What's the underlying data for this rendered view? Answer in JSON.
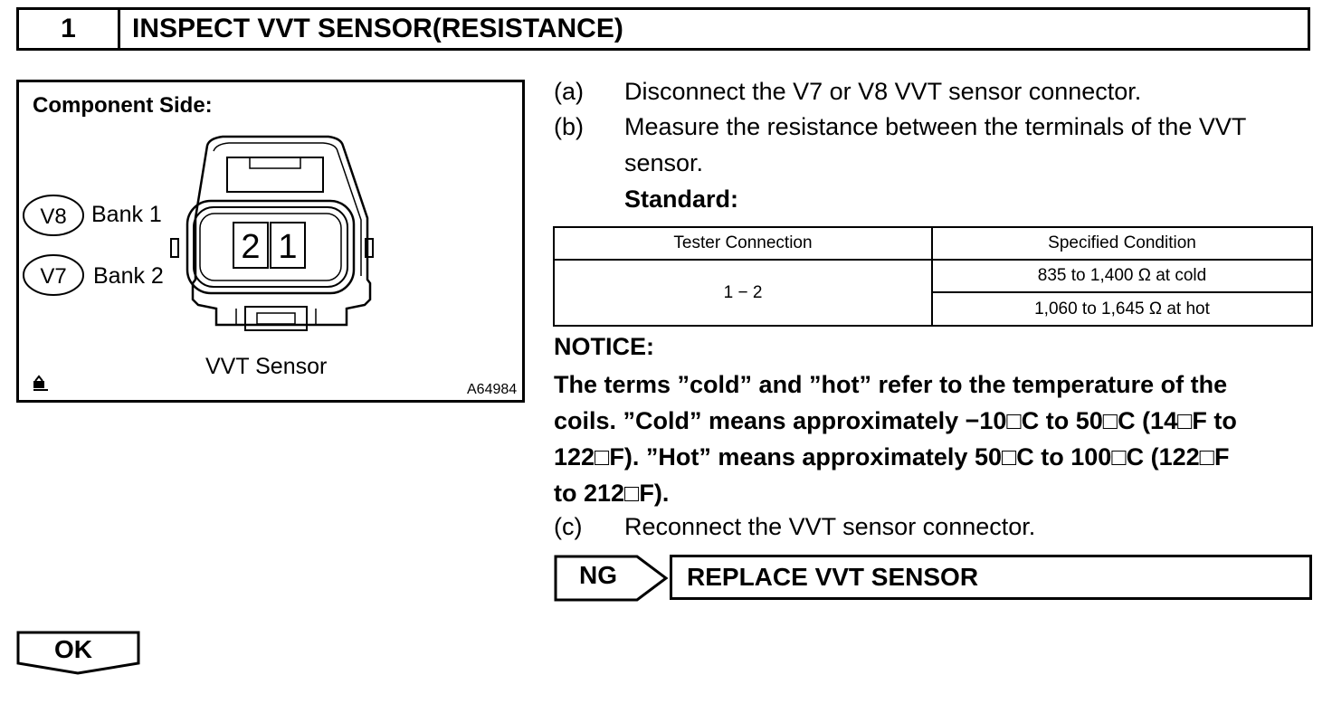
{
  "step": {
    "number": "1",
    "title": "INSPECT VVT SENSOR(RESISTANCE)"
  },
  "figure": {
    "component_side_label": "Component Side:",
    "circle_v8": "V8",
    "bank1_label": "Bank 1",
    "circle_v7": "V7",
    "bank2_label": "Bank 2",
    "pin_2": "2",
    "pin_1": "1",
    "sensor_caption": "VVT Sensor",
    "figure_id": "A64984"
  },
  "instructions": [
    {
      "letter": "(a)",
      "text": "Disconnect the V7 or V8 VVT sensor connector."
    },
    {
      "letter": "(b)",
      "text": "Measure the resistance between the terminals of the VVT",
      "text_cont": "sensor."
    },
    {
      "letter": "(c)",
      "text": "Reconnect the VVT sensor connector."
    }
  ],
  "standard_label": "Standard:",
  "table": {
    "headers": [
      "Tester Connection",
      "Specified Condition"
    ],
    "connection": "1 − 2",
    "conditions": [
      "835 to 1,400 Ω at cold",
      "1,060 to 1,645 Ω at hot"
    ]
  },
  "notice": {
    "title": "NOTICE:",
    "lines": [
      "The terms ”cold” and ”hot” refer to the temperature of the",
      "coils. ”Cold” means approximately −10□C to 50□C (14□F to",
      "122□F). ”Hot” means approximately 50□C to 100□C (122□F",
      "to 212□F)."
    ]
  },
  "ng": {
    "label": "NG",
    "action": "REPLACE VVT SENSOR"
  },
  "ok": {
    "label": "OK"
  }
}
